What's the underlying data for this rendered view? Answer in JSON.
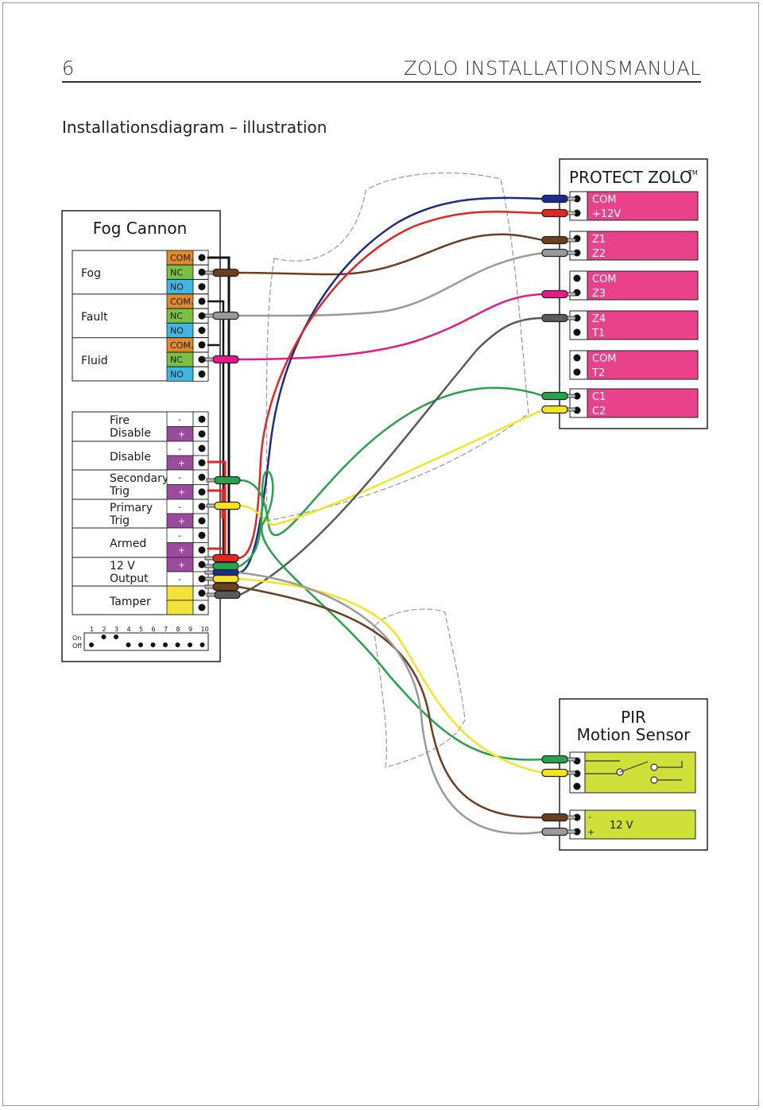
{
  "header": {
    "page_number": "6",
    "manual_title": "ZOLO INSTALLATIONSMANUAL",
    "section_title": "Installationsdiagram – illustration"
  },
  "fog_cannon": {
    "title": "Fog Cannon",
    "relays": [
      {
        "label": "Fog",
        "terminals": [
          "COM.",
          "NC",
          "NO"
        ]
      },
      {
        "label": "Fault",
        "terminals": [
          "COM.",
          "NC",
          "NO"
        ]
      },
      {
        "label": "Fluid",
        "terminals": [
          "COM.",
          "NC",
          "NO"
        ]
      }
    ],
    "inputs": [
      {
        "line1": "Fire",
        "line2": "Disable",
        "terminals": [
          "-",
          "+"
        ]
      },
      {
        "line1": "Disable",
        "line2": "",
        "terminals": [
          "-",
          "+"
        ]
      },
      {
        "line1": "Secondary",
        "line2": "Trig",
        "terminals": [
          "-",
          "+"
        ]
      },
      {
        "line1": "Primary",
        "line2": "Trig",
        "terminals": [
          "-",
          "+"
        ]
      },
      {
        "line1": "Armed",
        "line2": "",
        "terminals": [
          "-",
          "+"
        ]
      },
      {
        "line1": "12 V",
        "line2": "Output",
        "terminals": [
          "+",
          "-"
        ]
      },
      {
        "line1": "Tamper",
        "line2": "",
        "terminals": [
          "",
          ""
        ]
      }
    ],
    "dip": {
      "on_label": "On",
      "off_label": "Off",
      "numbers": [
        "1",
        "2",
        "3",
        "4",
        "5",
        "6",
        "7",
        "8",
        "9",
        "10"
      ]
    }
  },
  "protect_zolo": {
    "title": "PROTECT ZOLO",
    "trademark": "TM",
    "groups": [
      [
        "COM",
        "+12V"
      ],
      [
        "Z1",
        "Z2"
      ],
      [
        "COM",
        "Z3"
      ],
      [
        "Z4",
        "T1"
      ],
      [
        "COM",
        "T2"
      ],
      [
        "C1",
        "C2"
      ]
    ]
  },
  "pir": {
    "title_line1": "PIR",
    "title_line2": "Motion Sensor",
    "power_minus": "-",
    "power_plus": "+",
    "power_label": "12 V"
  },
  "colors": {
    "relay_com": "#e08a2a",
    "relay_nc": "#7ac043",
    "relay_no": "#3fb6e4",
    "input_terminal": "#9c4a9e",
    "tamper_terminal": "#f2e23a",
    "zolo_label": "#e9428b",
    "pir_panel": "#cfe03a",
    "wire_blue": "#1c2c8c",
    "wire_red": "#e52521",
    "wire_brown": "#6b3f1f",
    "wire_gray": "#9a9a9a",
    "wire_dark_gray": "#5a5a5a",
    "wire_magenta": "#e5198c",
    "wire_green": "#25a44a",
    "wire_yellow": "#f5e520"
  }
}
